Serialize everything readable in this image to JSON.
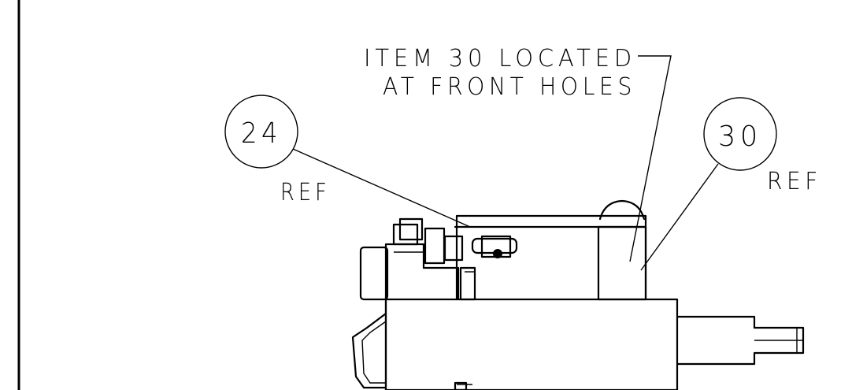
{
  "note": {
    "line1": "ITEM 30 LOCATED",
    "line2": "AT FRONT HOLES"
  },
  "balloons": [
    {
      "number": "24",
      "ref": "REF"
    },
    {
      "number": "30",
      "ref": "REF"
    }
  ]
}
